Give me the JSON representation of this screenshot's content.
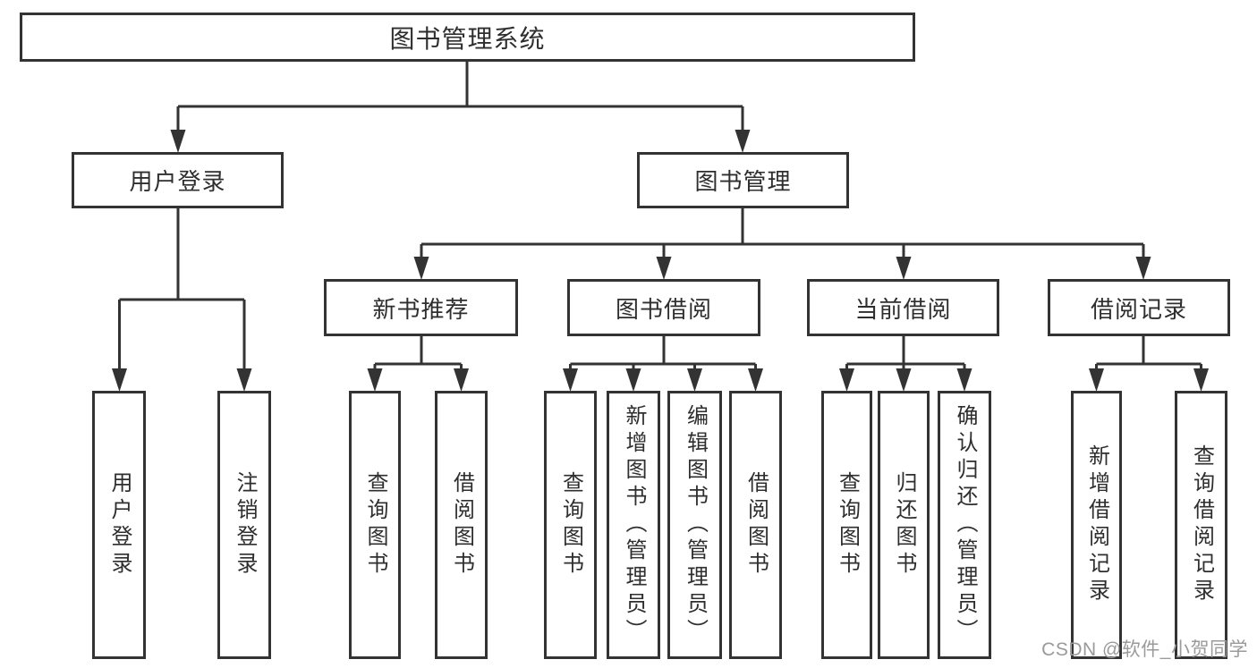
{
  "diagram": {
    "tree": {
      "label": "图书管理系统",
      "children": [
        {
          "label": "用户登录",
          "children": [
            {
              "label": "用户登录"
            },
            {
              "label": "注销登录"
            }
          ]
        },
        {
          "label": "图书管理",
          "children": [
            {
              "label": "新书推荐",
              "children": [
                {
                  "label": "查询图书"
                },
                {
                  "label": "借阅图书"
                }
              ]
            },
            {
              "label": "图书借阅",
              "children": [
                {
                  "label": "查询图书"
                },
                {
                  "label": "新增图书（管理员）"
                },
                {
                  "label": "编辑图书（管理员）"
                },
                {
                  "label": "借阅图书"
                }
              ]
            },
            {
              "label": "当前借阅",
              "children": [
                {
                  "label": "查询图书"
                },
                {
                  "label": "归还图书"
                },
                {
                  "label": "确认归还（管理员）"
                }
              ]
            },
            {
              "label": "借阅记录",
              "children": [
                {
                  "label": "新增借阅记录"
                },
                {
                  "label": "查询借阅记录"
                }
              ]
            }
          ]
        }
      ]
    },
    "watermark": "CSDN @软件_小贺同学",
    "colors": {
      "line": "#333333",
      "box_border": "#333333",
      "text": "#2e2e2e",
      "watermark": "#9a9a9a",
      "background": "#ffffff"
    }
  }
}
